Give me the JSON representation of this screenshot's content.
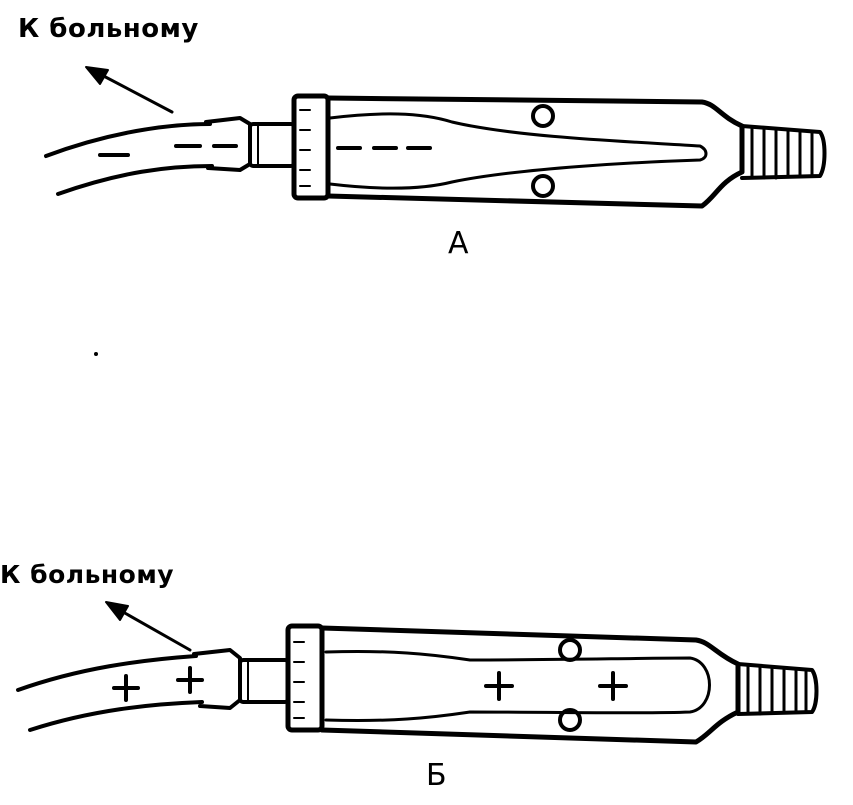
{
  "labels": {
    "to_patient_top": "К больному",
    "to_patient_bottom": "К больному",
    "figure_a": "А",
    "figure_b": "Б"
  },
  "markers": {
    "top_sign": "minus",
    "bottom_sign": "plus"
  },
  "colors": {
    "ink": "#000000",
    "paper": "#ffffff"
  }
}
